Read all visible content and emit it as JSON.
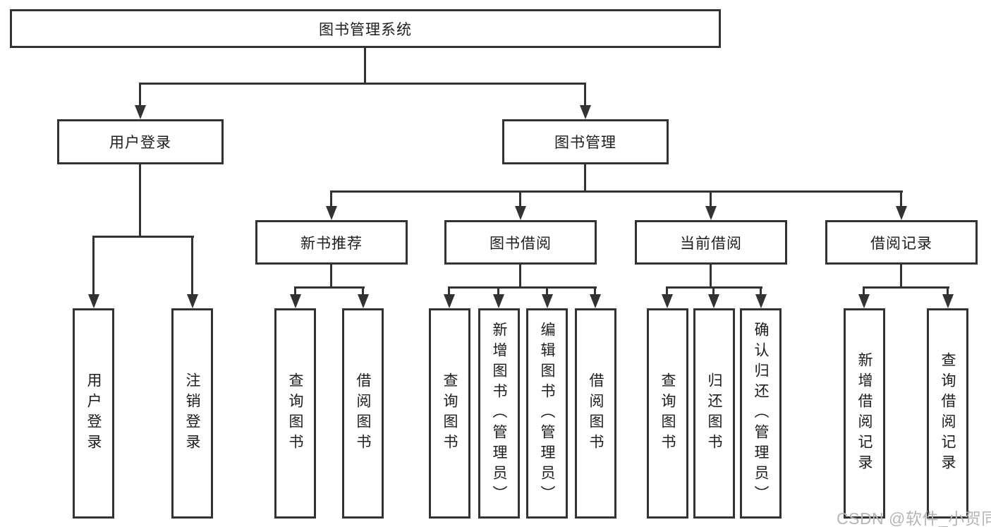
{
  "diagram": {
    "root": {
      "label": "图书管理系统"
    },
    "branches": [
      {
        "label": "用户登录",
        "children": [
          {
            "label": "用户登录"
          },
          {
            "label": "注销登录"
          }
        ]
      },
      {
        "label": "图书管理",
        "children": [
          {
            "label": "新书推荐",
            "children": [
              {
                "label": "查询图书"
              },
              {
                "label": "借阅图书"
              }
            ]
          },
          {
            "label": "图书借阅",
            "children": [
              {
                "label": "查询图书"
              },
              {
                "label": "新增图书（管理员）"
              },
              {
                "label": "编辑图书（管理员）"
              },
              {
                "label": "借阅图书"
              }
            ]
          },
          {
            "label": "当前借阅",
            "children": [
              {
                "label": "查询图书"
              },
              {
                "label": "归还图书"
              },
              {
                "label": "确认归还（管理员）"
              }
            ]
          },
          {
            "label": "借阅记录",
            "children": [
              {
                "label": "新增借阅记录"
              },
              {
                "label": "查询借阅记录"
              }
            ]
          }
        ]
      }
    ]
  },
  "watermark": {
    "text": "CSDN @软件_小贺同学"
  },
  "colors": {
    "line": "#333333",
    "box_border": "#333333",
    "text": "#1d1d1d",
    "watermark": "#b5b5b5",
    "background": "#ffffff"
  }
}
